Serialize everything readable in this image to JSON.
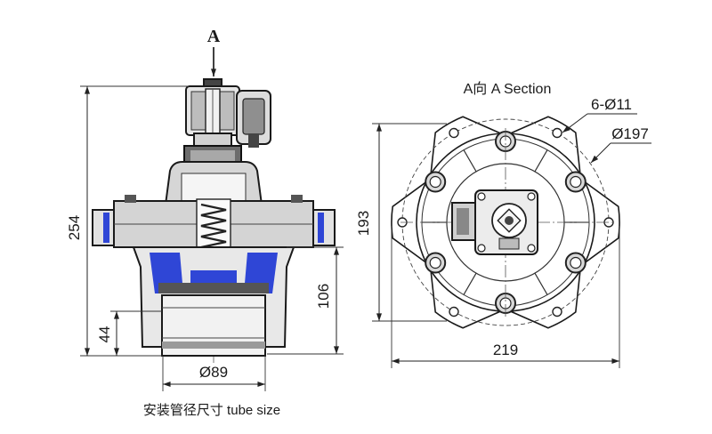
{
  "view_marker": "A",
  "side_view": {
    "total_height_dim": "254",
    "body_height_dim": "106",
    "outlet_height_dim": "44",
    "tube_diameter_dim": "Ø89"
  },
  "section_view": {
    "title": "A向 A Section",
    "holes_label": "6-Ø11",
    "pcd_label": "Ø197",
    "height_dim": "193",
    "width_dim": "219"
  },
  "caption": "安装管径尺寸 tube size",
  "colors": {
    "line": "#1a1a1a",
    "diaphragm_blue": "#2f46d6",
    "body_gray": "#d4d4d4"
  }
}
